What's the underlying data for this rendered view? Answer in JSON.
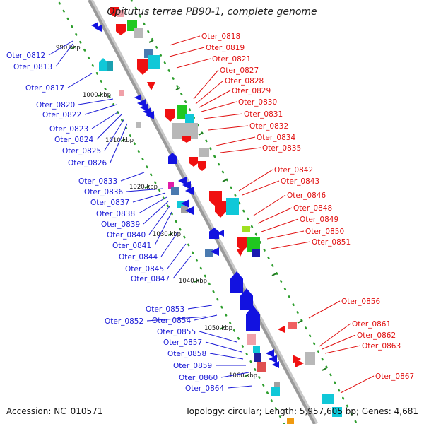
{
  "title": "Opitutus terrae PB90-1, complete genome",
  "footer": {
    "accession": "Accession: NC_010571",
    "summary": "Topology: circular; Length: 5,957,605 bp; Genes: 4,681"
  },
  "colors": {
    "backbone": "#9a9a9a",
    "left_label": "#1a1ad6",
    "right_label": "#e01010",
    "scale_dots": "#2e9e2e",
    "scale_ticks": "#1f7a1f"
  },
  "scale_labels": [
    "990 kbp",
    "1000 kbp",
    "1010 kbp",
    "1020 kbp",
    "1030 kbp",
    "1040 kbp",
    "1050 kbp",
    "1060 kbp"
  ],
  "left_genes": [
    "Oter_0812",
    "Oter_0813",
    "Oter_0817",
    "Oter_0820",
    "Oter_0822",
    "Oter_0823",
    "Oter_0824",
    "Oter_0825",
    "Oter_0826",
    "Oter_0833",
    "Oter_0836",
    "Oter_0837",
    "Oter_0838",
    "Oter_0839",
    "Oter_0840",
    "Oter_0841",
    "Oter_0844",
    "Oter_0845",
    "Oter_0847",
    "Oter_0853",
    "Oter_0852",
    "Oter_0854",
    "Oter_0855",
    "Oter_0857",
    "Oter_0858",
    "Oter_0859",
    "Oter_0860",
    "Oter_0864"
  ],
  "right_genes": [
    "Oter_0818",
    "Oter_0819",
    "Oter_0821",
    "Oter_0827",
    "Oter_0828",
    "Oter_0829",
    "Oter_0830",
    "Oter_0831",
    "Oter_0832",
    "Oter_0834",
    "Oter_0835",
    "Oter_0842",
    "Oter_0843",
    "Oter_0846",
    "Oter_0848",
    "Oter_0849",
    "Oter_0850",
    "Oter_0851",
    "Oter_0856",
    "Oter_0861",
    "Oter_0862",
    "Oter_0863",
    "Oter_0867"
  ]
}
